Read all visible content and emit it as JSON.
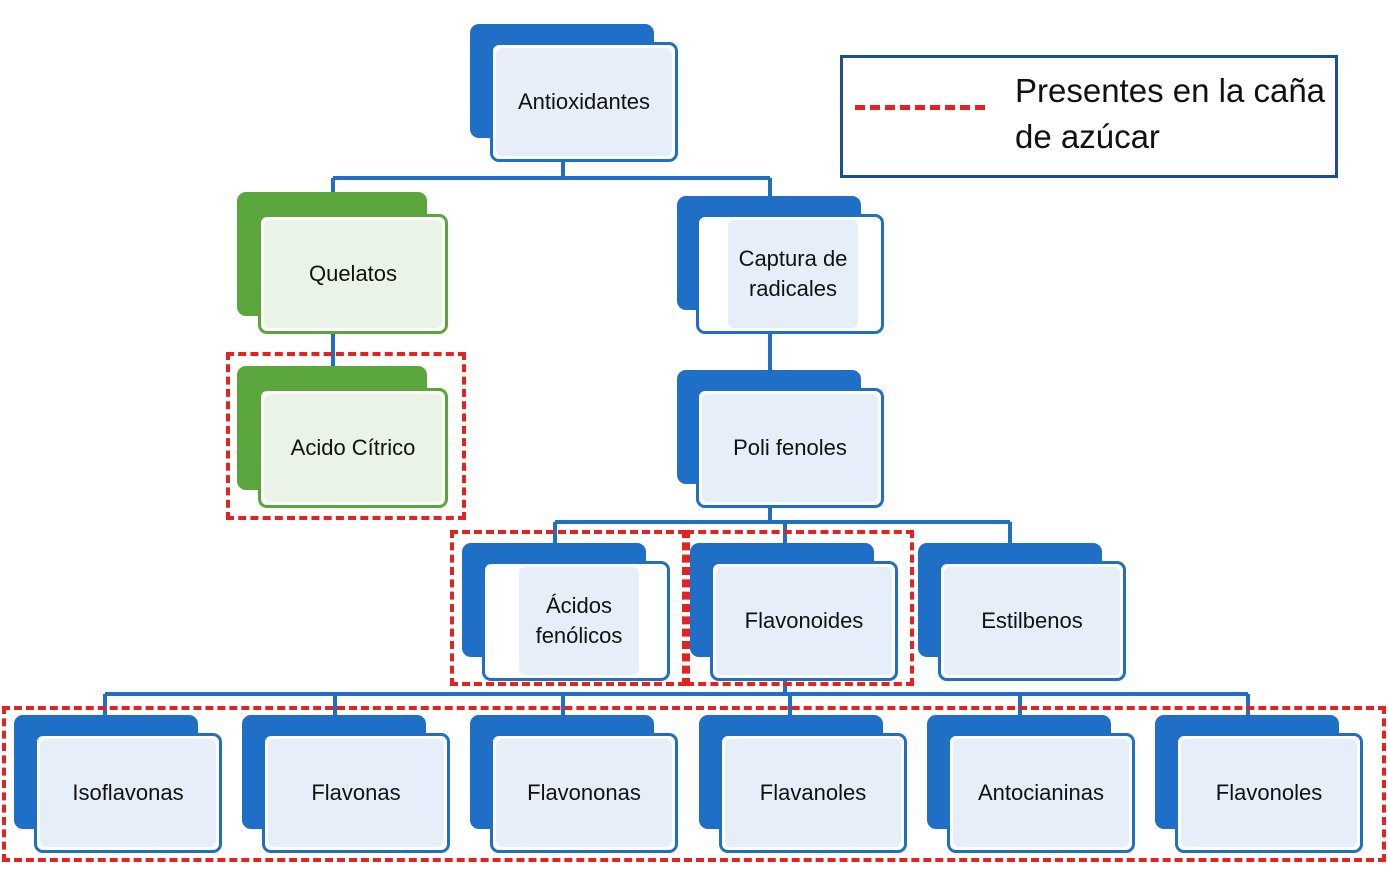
{
  "colors": {
    "blue": "#1f6fc6",
    "green": "#5aa63d",
    "highlight": "#e32222",
    "connector": "#1f6fc6"
  },
  "legend": {
    "label": "Presentes en la caña de azúcar"
  },
  "nodes": {
    "antioxidantes": "Antioxidantes",
    "quelatos": "Quelatos",
    "acido_citrico": "Acido Cítrico",
    "captura": "Captura de radicales",
    "polifenoles": "Poli fenoles",
    "acidos_fenolicos": "Ácidos fenólicos",
    "flavonoides": "Flavonoides",
    "estilbenos": "Estilbenos",
    "isoflavonas": "Isoflavonas",
    "flavonas": "Flavonas",
    "flavononas": "Flavononas",
    "flavanoles": "Flavanoles",
    "antocianinas": "Antocianinas",
    "flavonoles": "Flavonoles"
  }
}
